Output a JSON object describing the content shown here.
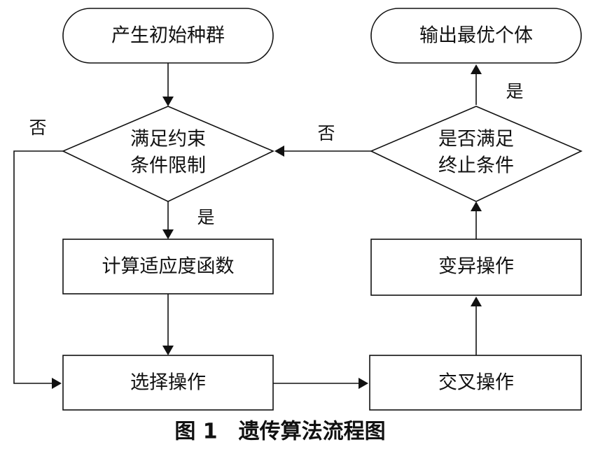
{
  "nodes": {
    "start": "产生初始种群",
    "output": "输出最优个体",
    "constraint_line1": "满足约束",
    "constraint_line2": "条件限制",
    "termination_line1": "是否满足",
    "termination_line2": "终止条件",
    "fitness": "计算适应度函数",
    "mutation": "变异操作",
    "selection": "选择操作",
    "crossover": "交叉操作"
  },
  "edges": {
    "constraint_yes": "是",
    "constraint_no": "否",
    "termination_yes": "是",
    "termination_no": "否"
  },
  "caption": "图 1　遗传算法流程图"
}
